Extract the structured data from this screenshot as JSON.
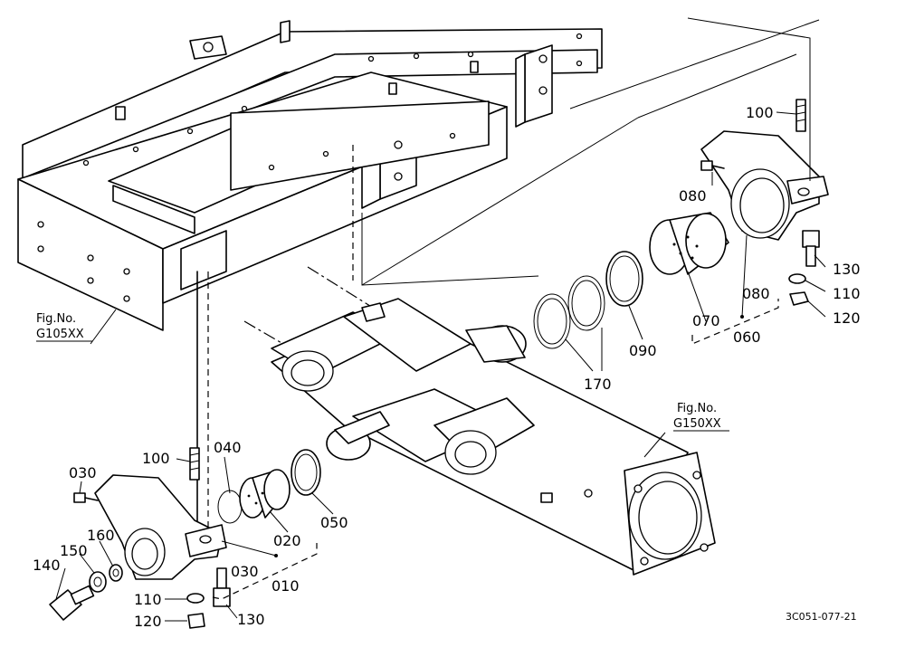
{
  "labels": {
    "p010": "010",
    "p020": "020",
    "p030a": "030",
    "p030b": "030",
    "p040": "040",
    "p050": "050",
    "p060": "060",
    "p070": "070",
    "p080a": "080",
    "p080b": "080",
    "p090": "090",
    "p100a": "100",
    "p100b": "100",
    "p110a": "110",
    "p110b": "110",
    "p120a": "120",
    "p120b": "120",
    "p130a": "130",
    "p130b": "130",
    "p140": "140",
    "p150": "150",
    "p160": "160",
    "p170": "170"
  },
  "refs": {
    "fig_a_line1": "Fig.No.",
    "fig_a_line2": "G105XX",
    "fig_b_line1": "Fig.No.",
    "fig_b_line2": "G150XX"
  },
  "drawing_code": "3C051-077-21"
}
